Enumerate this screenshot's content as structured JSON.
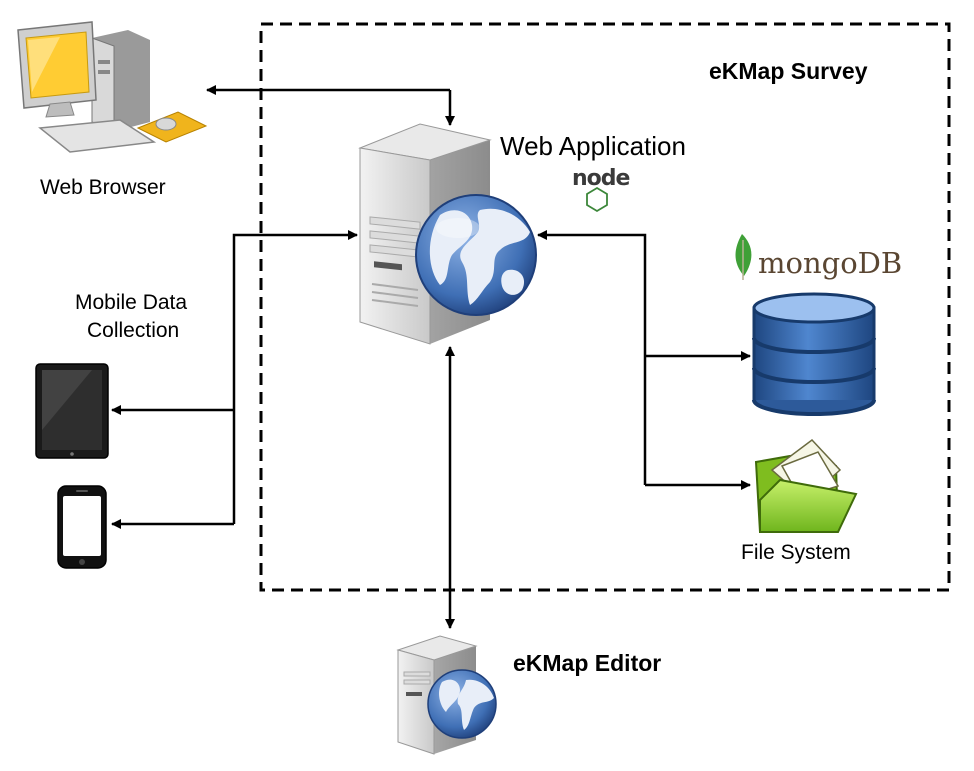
{
  "diagram": {
    "boundary_title": "eKMap Survey",
    "web_app_label": "Web Application",
    "node_logo": "node",
    "mongodb_logo": "mongoDB",
    "file_system_label": "File System",
    "web_browser_label": "Web Browser",
    "mobile_label_line1": "Mobile Data",
    "mobile_label_line2": "Collection",
    "editor_label": "eKMap Editor"
  },
  "icons": {
    "desktop": "desktop-computer-icon",
    "server": "server-globe-icon",
    "database": "database-icon",
    "folder": "folder-icon",
    "tablet": "tablet-icon",
    "phone": "phone-icon",
    "leaf": "mongodb-leaf-icon"
  },
  "colors": {
    "globe_ocean": "#3f6fb5",
    "globe_land": "#e8eef8",
    "database_blue": "#2d5a9a",
    "folder_green": "#8fcf2a",
    "mongo_leaf": "#3fa037",
    "mongo_text": "#5a4632",
    "monitor_screen": "#ffcc33"
  }
}
